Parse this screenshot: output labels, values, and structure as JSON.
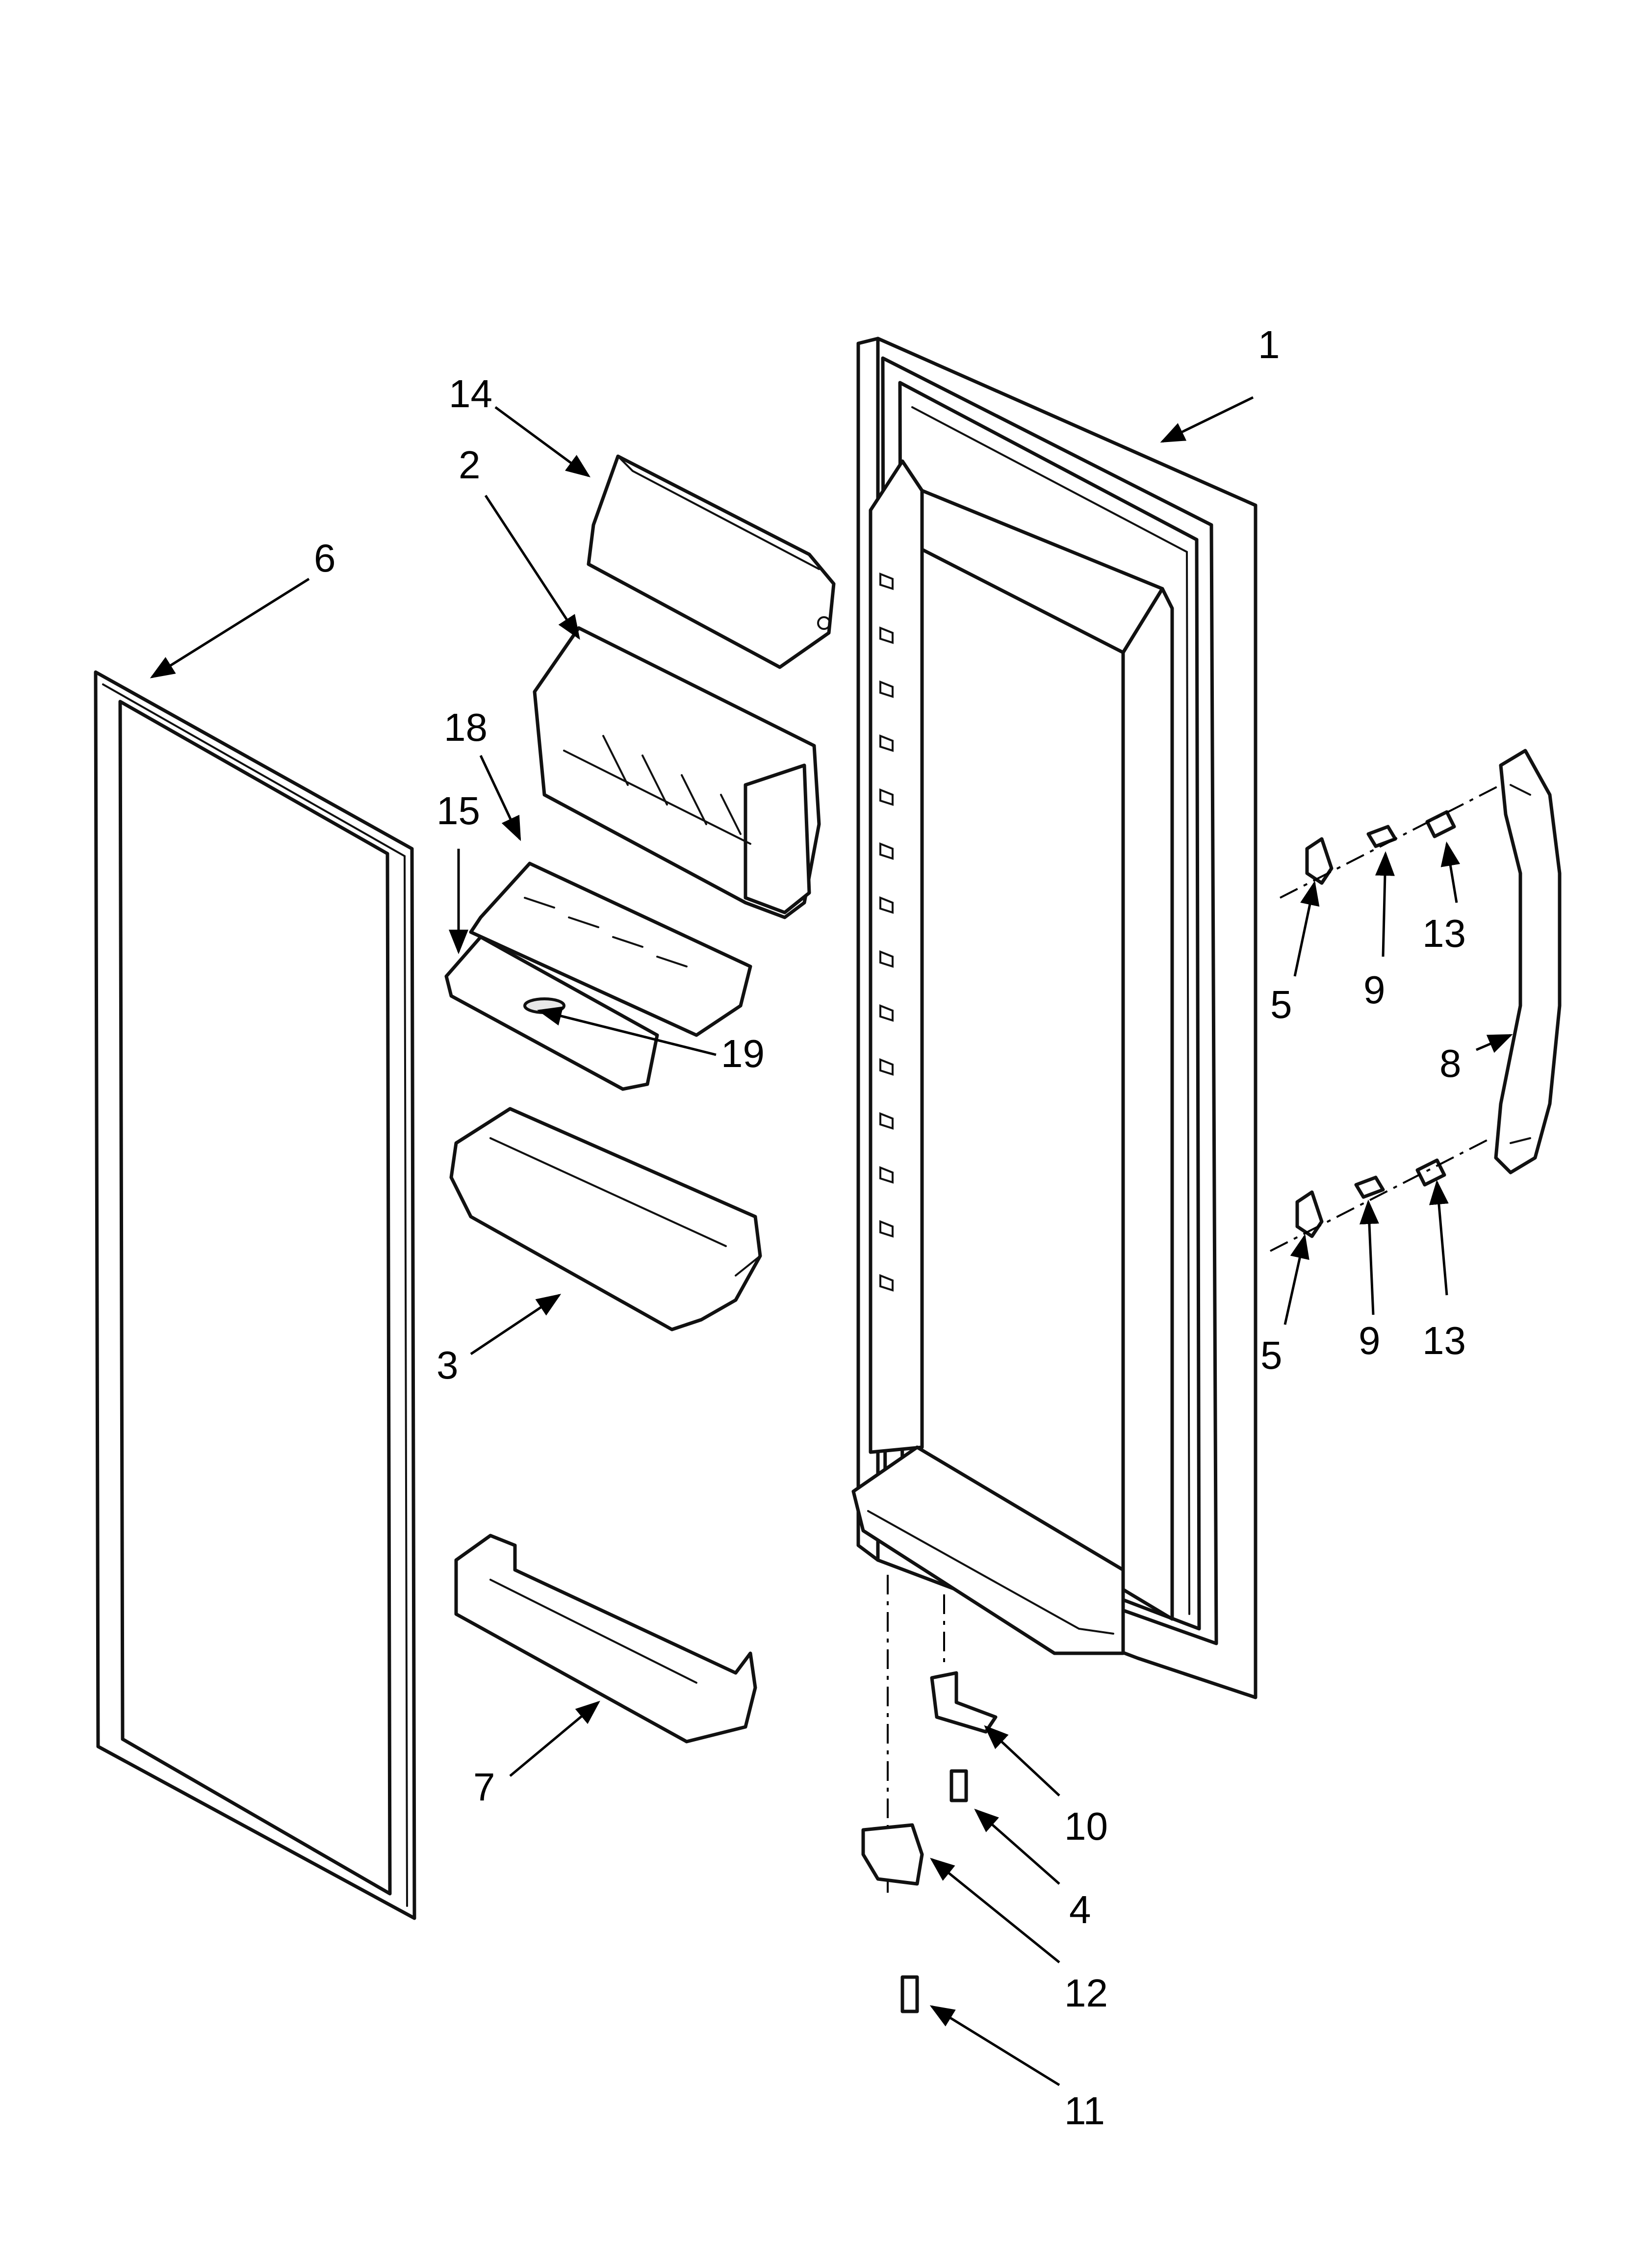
{
  "diagram": {
    "type": "exploded parts diagram",
    "callouts": [
      {
        "id": "c1",
        "label": "1"
      },
      {
        "id": "c14",
        "label": "14"
      },
      {
        "id": "c2",
        "label": "2"
      },
      {
        "id": "c6",
        "label": "6"
      },
      {
        "id": "c18",
        "label": "18"
      },
      {
        "id": "c15",
        "label": "15"
      },
      {
        "id": "c19",
        "label": "19"
      },
      {
        "id": "c3",
        "label": "3"
      },
      {
        "id": "c7",
        "label": "7"
      },
      {
        "id": "c5a",
        "label": "5"
      },
      {
        "id": "c9a",
        "label": "9"
      },
      {
        "id": "c13a",
        "label": "13"
      },
      {
        "id": "c8",
        "label": "8"
      },
      {
        "id": "c5b",
        "label": "5"
      },
      {
        "id": "c9b",
        "label": "9"
      },
      {
        "id": "c13b",
        "label": "13"
      },
      {
        "id": "c10",
        "label": "10"
      },
      {
        "id": "c4",
        "label": "4"
      },
      {
        "id": "c12",
        "label": "12"
      },
      {
        "id": "c11",
        "label": "11"
      }
    ]
  }
}
